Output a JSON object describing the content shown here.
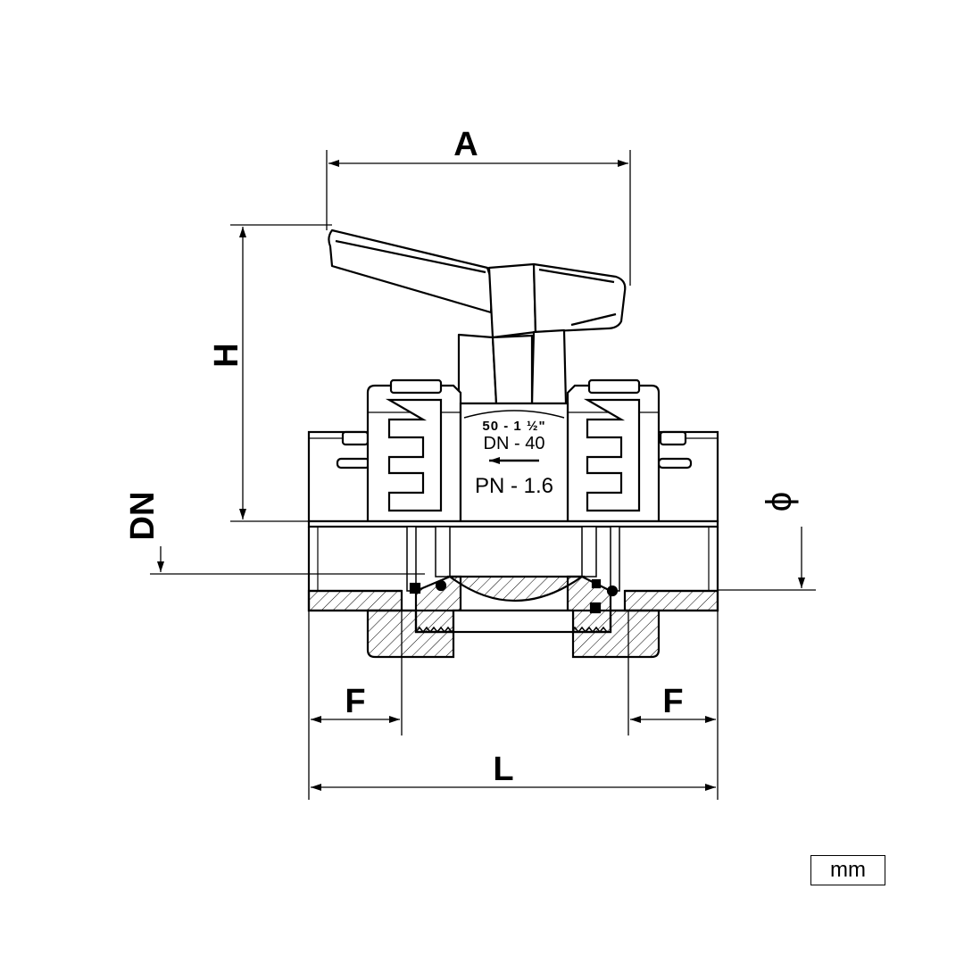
{
  "dimensions": {
    "a": "A",
    "h": "H",
    "dn": "DN",
    "phi": "ϕ",
    "f_left": "F",
    "f_right": "F",
    "l": "L"
  },
  "body_marking": {
    "size_line": "50 - 1 ½\"",
    "dn_line": "DN - 40",
    "pn_line": "PN - 1.6"
  },
  "unit_label": "mm"
}
